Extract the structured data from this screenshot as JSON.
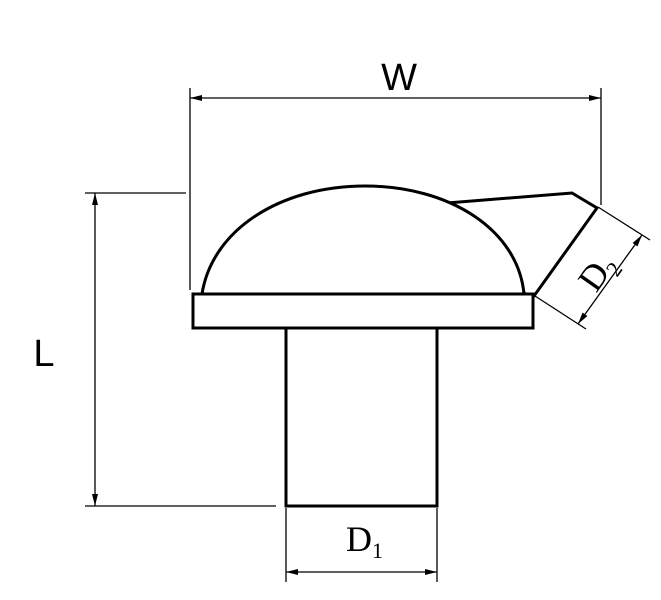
{
  "labels": {
    "width": "W",
    "length": "L",
    "shank_diameter": "D",
    "shank_diameter_sub": "1",
    "head_diameter": "D",
    "head_diameter_sub": "2"
  }
}
